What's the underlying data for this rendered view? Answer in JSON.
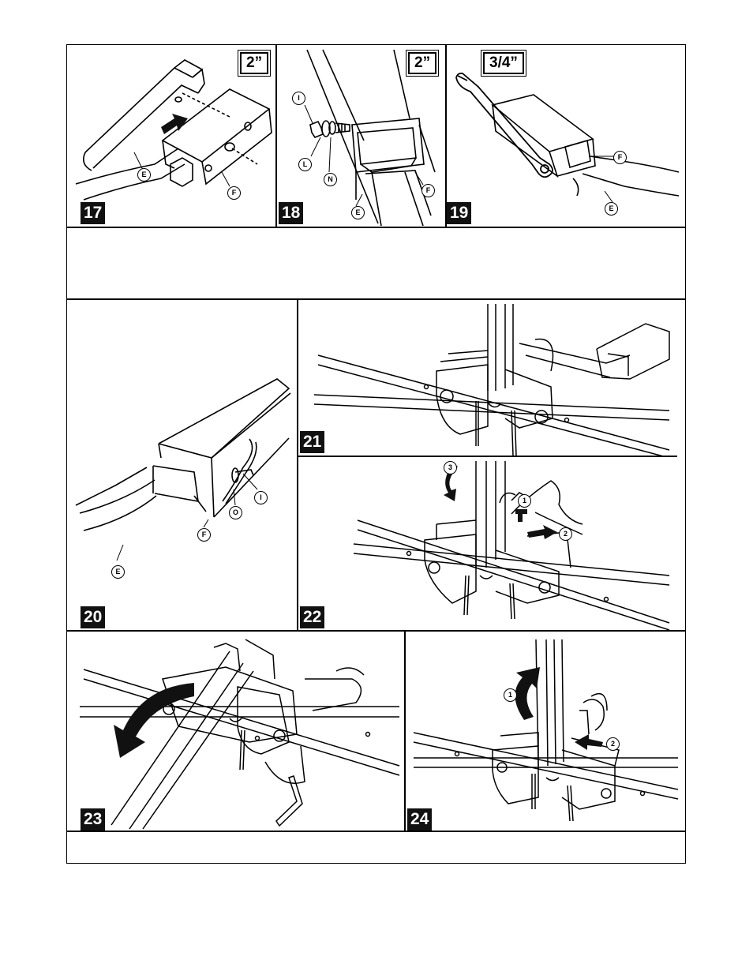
{
  "steps": [
    {
      "number": "17",
      "size_label": "2”",
      "callouts": [
        "E",
        "F"
      ]
    },
    {
      "number": "18",
      "size_label": "2”",
      "callouts": [
        "I",
        "L",
        "N",
        "E",
        "F"
      ]
    },
    {
      "number": "19",
      "size_label": "3/4”",
      "callouts": [
        "F",
        "E"
      ]
    },
    {
      "number": "20",
      "callouts": [
        "I",
        "O",
        "F",
        "E"
      ]
    },
    {
      "number": "21"
    },
    {
      "number": "22",
      "callouts": [
        "1",
        "2",
        "3"
      ]
    },
    {
      "number": "23"
    },
    {
      "number": "24",
      "callouts": [
        "1",
        "2"
      ]
    }
  ],
  "icons": [
    "arrow-icon",
    "wrench-icon",
    "curved-arrow-icon"
  ]
}
